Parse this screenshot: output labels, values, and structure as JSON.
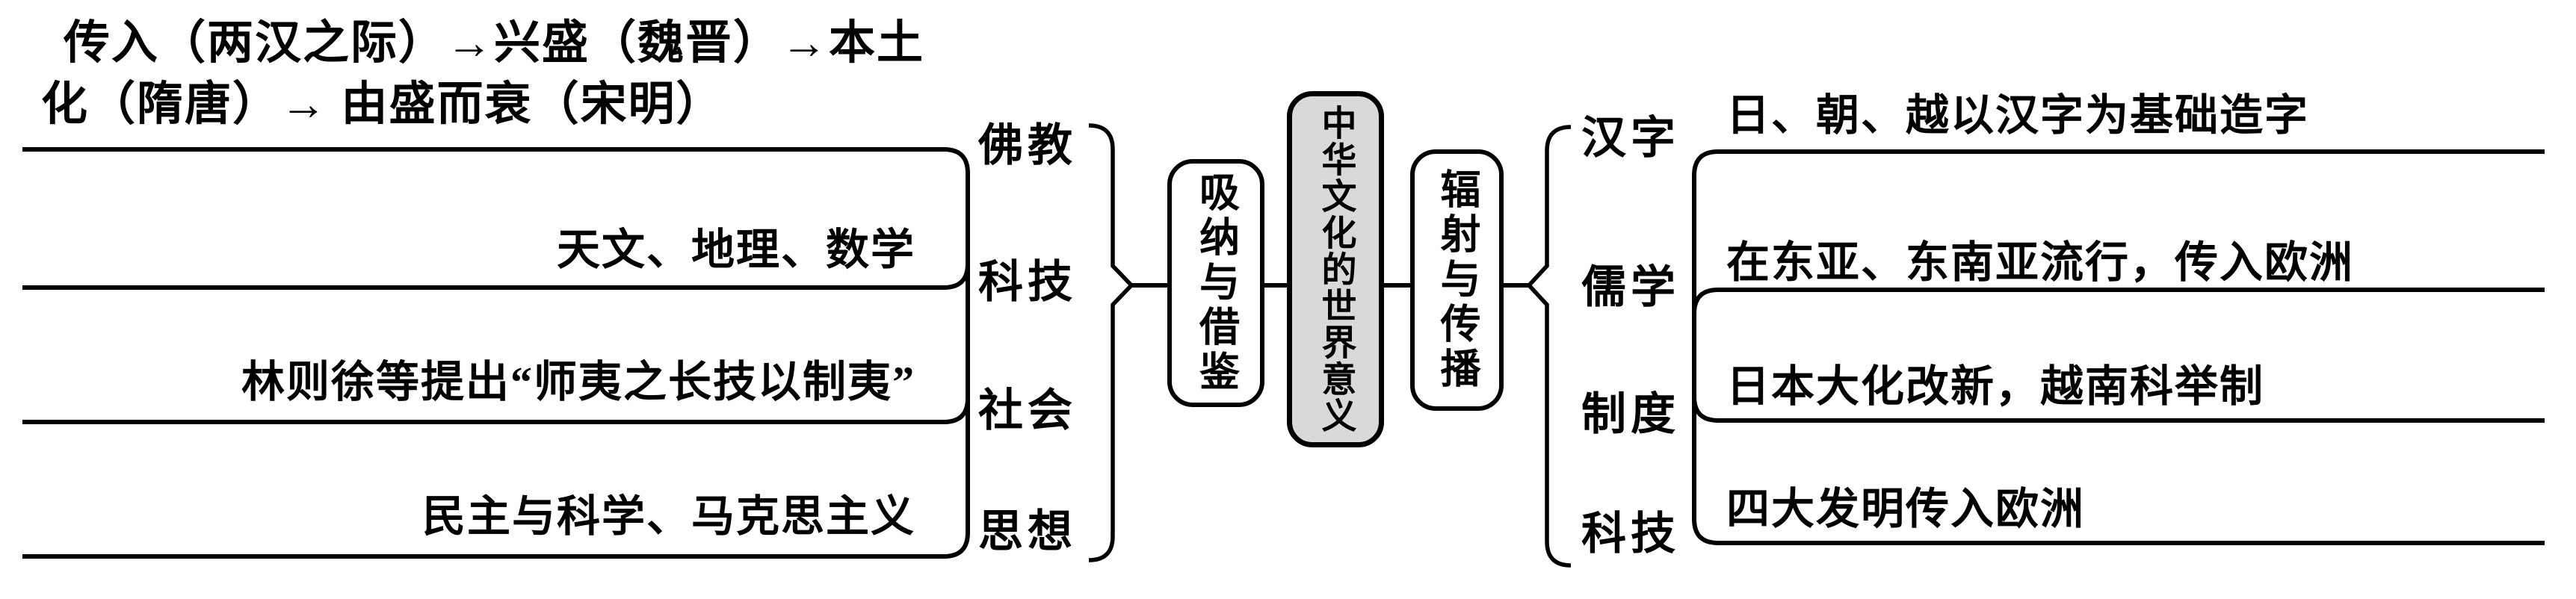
{
  "title": "中华文化的世界意义",
  "colors": {
    "line": "#000000",
    "center_box_fill": "#d9d9d9",
    "side_box_fill": "#ffffff",
    "text": "#000000"
  },
  "center_node": {
    "label": "中华文化的世界意义"
  },
  "left_branch": {
    "node": "吸纳与借鉴",
    "categories": [
      {
        "label": "佛教",
        "detail": "传入（两汉之际）→兴盛（魏晋）→本土化（隋唐）→ 由盛而衰（宋明）",
        "detail_lines": [
          "传入（两汉之际）→兴盛（魏晋）→本土",
          "化（隋唐）→ 由盛而衰（宋明）"
        ]
      },
      {
        "label": "科技",
        "detail": "天文、地理、数学"
      },
      {
        "label": "社会",
        "detail": "林则徐等提出“师夷之长技以制夷”"
      },
      {
        "label": "思想",
        "detail": "民主与科学、马克思主义"
      }
    ]
  },
  "right_branch": {
    "node": "辐射与传播",
    "categories": [
      {
        "label": "汉字",
        "detail": "日、朝、越以汉字为基础造字"
      },
      {
        "label": "儒学",
        "detail": "在东亚、东南亚流行，传入欧洲"
      },
      {
        "label": "制度",
        "detail": "日本大化改新，越南科举制"
      },
      {
        "label": "科技",
        "detail": "四大发明传入欧洲"
      }
    ]
  }
}
